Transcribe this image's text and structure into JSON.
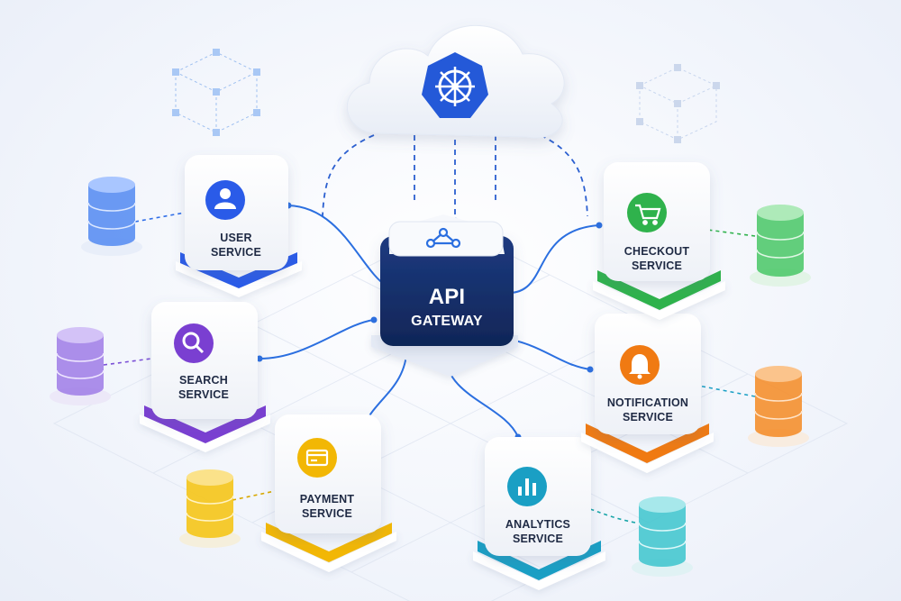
{
  "gateway": {
    "label_line1": "API",
    "label_line2": "GATEWAY"
  },
  "cloud": {
    "icon": "kubernetes-helm-icon"
  },
  "services": [
    {
      "id": "user",
      "line1": "USER",
      "line2": "SERVICE",
      "icon": "user-icon",
      "color": "#2a5be8"
    },
    {
      "id": "search",
      "line1": "SEARCH",
      "line2": "SERVICE",
      "icon": "search-icon",
      "color": "#7a3fd1"
    },
    {
      "id": "payment",
      "line1": "PAYMENT",
      "line2": "SERVICE",
      "icon": "credit-card-icon",
      "color": "#f2b705"
    },
    {
      "id": "analytics",
      "line1": "ANALYTICS",
      "line2": "SERVICE",
      "icon": "bar-chart-icon",
      "color": "#1a9fc4"
    },
    {
      "id": "notification",
      "line1": "NOTIFICATION",
      "line2": "SERVICE",
      "icon": "bell-icon",
      "color": "#f07a12"
    },
    {
      "id": "checkout",
      "line1": "CHECKOUT",
      "line2": "SERVICE",
      "icon": "shopping-cart-icon",
      "color": "#2fb24c"
    }
  ],
  "colors": {
    "gateway": "#16306b",
    "connector": "#2b6fe0",
    "cloud_badge": "#2459d8"
  }
}
